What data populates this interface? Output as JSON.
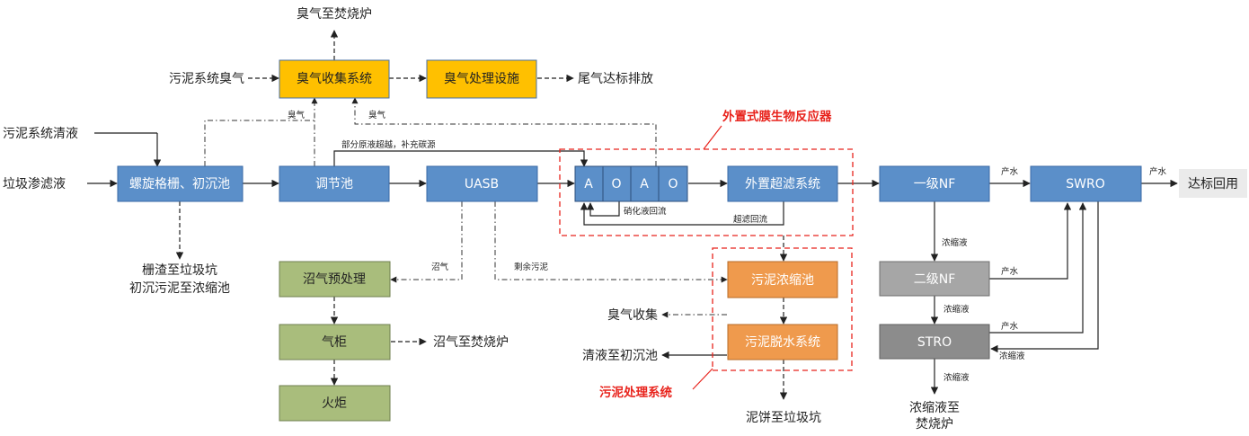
{
  "boxes": {
    "odor_collect": "臭气收集系统",
    "odor_treat": "臭气处理设施",
    "screen": "螺旋格栅、初沉池",
    "equalize": "调节池",
    "uasb": "UASB",
    "ao_1": "A",
    "ao_2": "O",
    "ao_3": "A",
    "ao_4": "O",
    "uf": "外置超滤系统",
    "nf1": "一级NF",
    "swro": "SWRO",
    "biogas_pre": "沼气预处理",
    "gas_holder": "气柜",
    "flare": "火炬",
    "sludge_thick": "污泥浓缩池",
    "sludge_dewater": "污泥脱水系统",
    "nf2": "二级NF",
    "stro": "STRO"
  },
  "labels": {
    "odor_to_incinerator": "臭气至焚烧炉",
    "sludge_odor": "污泥系统臭气",
    "tail_gas": "尾气达标排放",
    "sludge_clear": "污泥系统清液",
    "leachate": "垃圾渗滤液",
    "screen_out_1": "栅渣至垃圾坑",
    "screen_out_2": "初沉污泥至浓缩池",
    "gas_to_incinerator": "沼气至焚烧炉",
    "odor_collect_out": "臭气收集",
    "clear_to_primary": "清液至初沉池",
    "cake": "泥饼至垃圾坑",
    "reuse": "达标回用",
    "conc_out_1": "浓缩液至",
    "conc_out_2": "焚烧炉"
  },
  "small_labels": {
    "odor_a": "臭气",
    "odor_b": "臭气",
    "raw_bypass": "部分原液超越，补充碳源",
    "nitrate_return": "硝化液回流",
    "uf_return": "超滤回流",
    "biogas": "沼气",
    "excess_sludge": "剩余污泥",
    "product_1": "产水",
    "product_2": "产水",
    "product_3": "产水",
    "product_4": "产水",
    "conc_1": "浓缩液",
    "conc_2": "浓缩液",
    "conc_3": "浓缩液",
    "conc_4": "浓缩液"
  },
  "group_titles": {
    "mbr": "外置式膜生物反应器",
    "sludge": "污泥处理系统"
  },
  "colors": {
    "blue_box": "#5b8fc9",
    "yellow_box": "#ffc000",
    "green_box": "#a9bd7c",
    "orange_box": "#ef9a4d",
    "gray_box": "#a6a6a6",
    "gray_dark_box": "#8c8c8c",
    "red_dash": "#e8231c",
    "reuse_bg": "#ebebeb"
  }
}
